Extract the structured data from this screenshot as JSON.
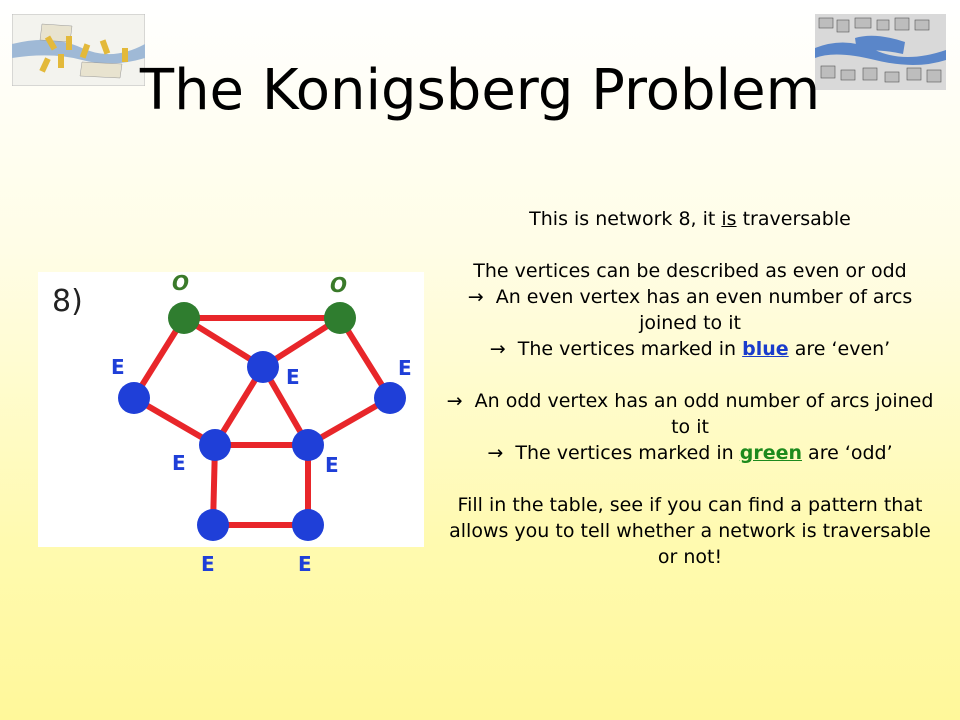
{
  "title": "The Konigsberg Problem",
  "network_label": "8)",
  "vertex_labels": [
    "O",
    "O",
    "E",
    "E",
    "E",
    "E",
    "E",
    "E",
    "E"
  ],
  "colors": {
    "edge": "#e8262a",
    "even_vertex": "#1f3fd8",
    "odd_vertex": "#2f7d2f",
    "odd_label": "#3a7a2a",
    "even_label": "#1f3fd8"
  },
  "text": {
    "line1_a": "This is network 8, it ",
    "line1_b": "is",
    "line1_c": " traversable",
    "line2": "The vertices can be described as even or odd",
    "line3": "An even vertex has an even number of arcs joined to it",
    "line4_a": "The vertices marked in ",
    "line4_b": "blue",
    "line4_c": " are ‘even’",
    "line5": "An odd vertex has an odd number of arcs joined to it",
    "line6_a": "The vertices marked in ",
    "line6_b": "green",
    "line6_c": " are ‘odd’",
    "line7": "Fill in the table, see if you can find a pattern that allows you to tell whether a network is traversable or not!",
    "arrow": "→"
  }
}
